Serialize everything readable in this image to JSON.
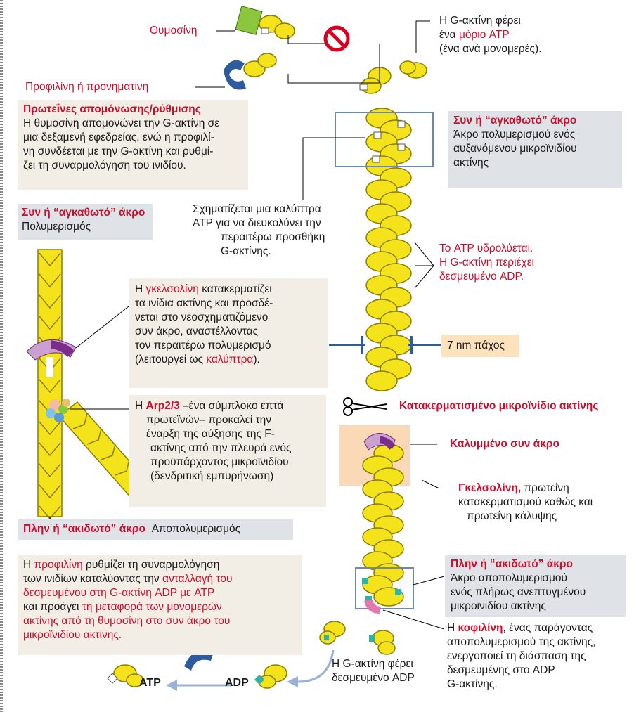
{
  "top": {
    "thymosin": "Θυμοσίνη",
    "profilin": "Προφιλίνη ή προνηματίνη",
    "gactin_atp_1": "Η G-ακτίνη φέρει",
    "gactin_atp_2a": "ένα ",
    "gactin_atp_2b": "μόριο ATP",
    "gactin_atp_3": "(ένα ανά μονομερές)."
  },
  "seq_box": {
    "title": "Πρωτεΐνες απομόνωσης/ρύθμισης",
    "lines": [
      "Η θυμοσίνη απομονώνει την G-ακτίνη σε",
      "μια δεξαμενή εφεδρείας, ενώ η προφιλί-",
      "νη συνδέεται με την G-ακτίνη και ρυθμί-",
      "ζει τη συναρμολόγηση του ινιδίου."
    ]
  },
  "plus_end_right": {
    "title": "Συν ή “αγκαθωτό” άκρο",
    "lines": [
      "Άκρο πολυμερισμού ενός",
      "αυξανόμενου μικροϊνιδίου",
      "ακτίνης"
    ]
  },
  "plus_end_left": {
    "title": "Συν ή “αγκαθωτό” άκρο",
    "sub": "Πολυμερισμός"
  },
  "atp_cap": [
    "Σχηματίζεται μια καλύπτρα",
    "ATP για να διευκολύνει την",
    "περαιτέρω προσθήκη",
    "G-ακτίνης."
  ],
  "atp_hydrolysis": [
    "Το ATP υδρολύεται.",
    "Η G-ακτίνη περιέχει",
    "δεσμευμένο ADP."
  ],
  "gelsolin_left": {
    "l1a": "Η ",
    "l1b": "γκελσολίνη",
    "l1c": " κατακερματίζει",
    "l2": "τα ινίδια ακτίνης και προσδέ-",
    "l3": "νεται στο νεοσχηματιζόμενο",
    "l4": "συν άκρο, αναστέλλοντας",
    "l5": "τον περαιτέρω πολυμερισμό",
    "l6a": "(λειτουργεί ως ",
    "l6b": "καλύπτρα",
    "l6c": ")."
  },
  "thickness": "7 nm πάχος",
  "fragmented": "Κατακερματισμένο  μικροϊνίδιο ακτίνης",
  "arp": {
    "l1a": "Η ",
    "l1b": "Arp2/3",
    "l1c": " –ένα σύμπλοκο επτά",
    "l2": "πρωτεϊνών– προκαλεί την",
    "l3": "έναρξη της αύξησης της F-",
    "l4": "ακτίνης από την πλευρά ενός",
    "l5": "προϋπάρχοντος μικροϊνιδίου",
    "l6": "(δενδριτική εμπυρήνωση)"
  },
  "capped_plus": "Καλυμμένο συν άκρο",
  "gelsolin_right": {
    "title": "Γκελσολίνη,",
    "rest1": " πρωτεΐνη",
    "l2": "κατακερματισμού καθώς και",
    "l3": "πρωτεΐνη κάλυψης"
  },
  "minus_end_left": {
    "title": "Πλην ή “ακιδωτό” άκρο",
    "sub": "Αποπολυμερισμός"
  },
  "minus_end_right": {
    "title": "Πλην ή “ακιδωτό” άκρο",
    "lines": [
      "Άκρο αποπολυμερισμού",
      "ενός πλήρως ανεπτυγμένου",
      "μικροϊνιδίου ακτίνης"
    ]
  },
  "profilin_box": {
    "l1a": "Η ",
    "l1b": "προφιλίνη",
    "l1c": " ρυθμίζει τη συναρμολόγηση",
    "l2a": "των ινιδίων καταλύοντας την ",
    "l2b": "ανταλλαγή του",
    "l3a": "δεσμευμένου στη G-ακτίνη ADP με ATP",
    "l4a": "και προάγει ",
    "l4b": "τη μεταφορά των μονομερών",
    "l5": "ακτίνης από τη θυμοσίνη στο συν άκρο του",
    "l6": "μικροϊνιδίου ακτίνης."
  },
  "cofilin": {
    "l1a": "Η ",
    "l1b": "κοφιλίνη",
    "l1c": ", ένας παράγοντας",
    "l2": "αποπολυμερισμού της ακτίνης,",
    "l3": "ενεργοποιεί τη διάσπαση της",
    "l4": "δεσμευμένης στο ADP",
    "l5": "G-ακτίνης."
  },
  "gactin_adp": [
    "Η G-ακτίνη φέρει",
    "δεσμευμένο ADP"
  ],
  "atp_label": "ATP",
  "adp_label": "ADP",
  "colors": {
    "red": "#c8102e",
    "yellow": "#f4e21b",
    "gray_box": "#dfe3e7",
    "beige_box": "#f3eee5",
    "blue": "#2d5b9e",
    "green": "#8cc63f"
  }
}
